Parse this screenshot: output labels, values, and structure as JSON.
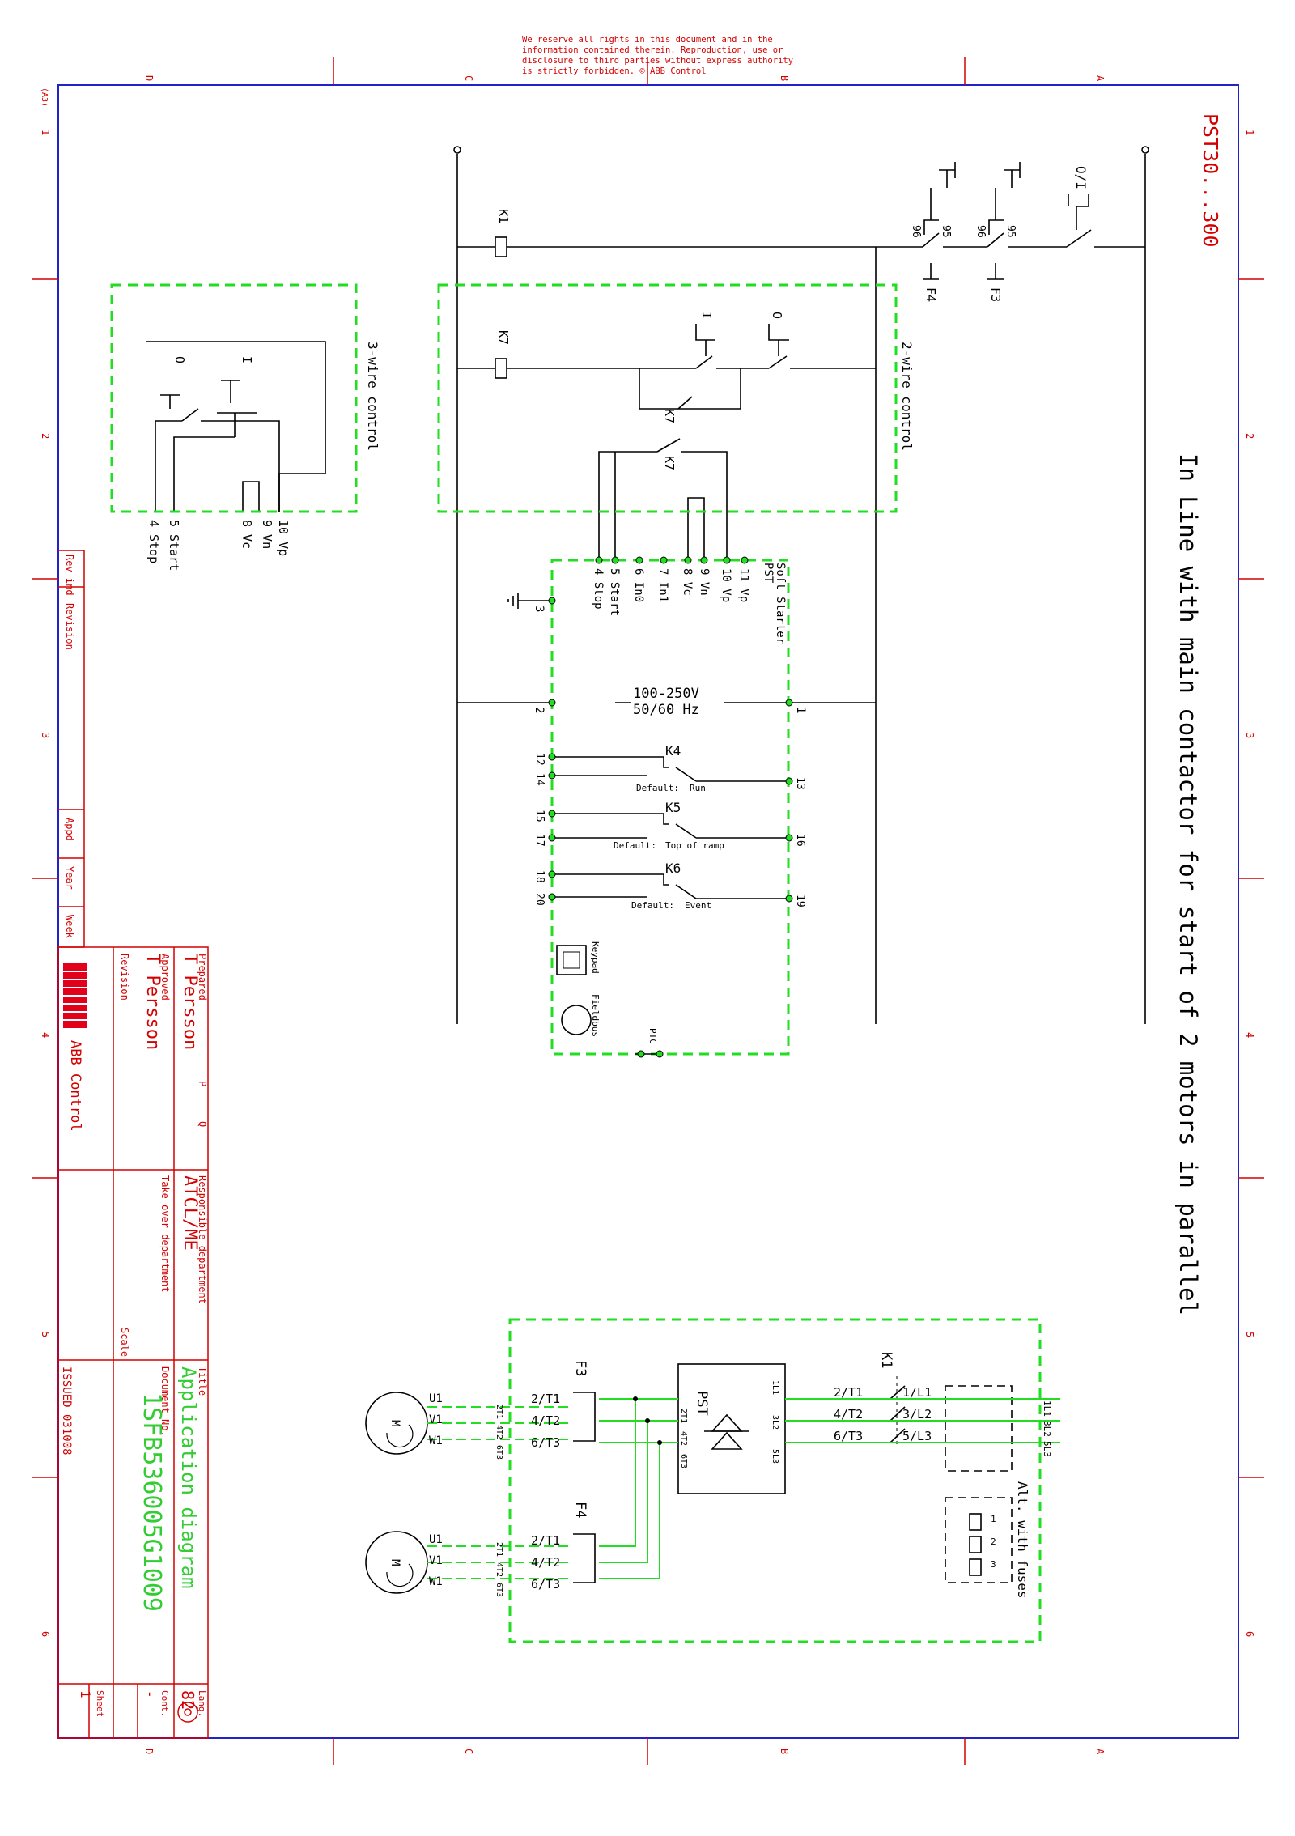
{
  "notice": {
    "line1": "We reserve all rights in this document and in the",
    "line2": "information contained therein. Reproduction, use or",
    "line3": "disclosure to third parties without express authority",
    "line4": "is strictly forbidden. © ABB Control"
  },
  "frame": {
    "col_letters": [
      "D",
      "C",
      "B",
      "A"
    ],
    "row_numbers": [
      "1",
      "2",
      "3",
      "4",
      "5",
      "6"
    ],
    "corner_mark": "(A3)"
  },
  "header": {
    "product": "PST30...300",
    "description": "In Line with main contactor for start of 2 motors in parallel"
  },
  "control": {
    "k1": "K1",
    "k7": "K7",
    "k7_contact_a": "K7",
    "k7_contact_b": "K7",
    "f4": "F4",
    "f3": "F3",
    "n95_a": "95",
    "n96_a": "96",
    "n95_b": "95",
    "n96_b": "96",
    "o_i": "O/I",
    "o_sym": "O",
    "i_sym": "I",
    "two_wire": "2-wire control",
    "three_wire": "3-wire control",
    "three_wire_terminals": [
      "10 Vp",
      "9 Vn",
      "8 Vc",
      "5 Start",
      "4 Stop"
    ]
  },
  "soft_starter": {
    "title1": "Soft Starter",
    "title2": "PST",
    "terminals": [
      "11 Vp",
      "10 Vp",
      "9 Vn",
      "8 Vc",
      "7 In1",
      "6 In0",
      "5 Start",
      "4 Stop"
    ],
    "t3": "3",
    "t1": "1",
    "t2": "2",
    "supply1": "100-250V",
    "supply2": "50/60 Hz",
    "k4": "K4",
    "k5": "K5",
    "k6": "K6",
    "k4_default": "Default:",
    "k4_value": "Run",
    "k5_default": "Default:",
    "k5_value": "Top of ramp",
    "k6_default": "Default:",
    "k6_value": "Event",
    "n12": "12",
    "n14": "14",
    "n13": "13",
    "n15": "15",
    "n17": "17",
    "n16": "16",
    "n18": "18",
    "n20": "20",
    "n19": "19",
    "keypad": "Keypad",
    "fieldbus": "Fieldbus",
    "ptc": "PTC"
  },
  "power": {
    "k1": "K1",
    "k1_terms": [
      "2/T1",
      "1/L1",
      "4/T2",
      "3/L2",
      "6/T3",
      "5/L3"
    ],
    "pst": "PST",
    "pst_in": [
      "1L1",
      "3L2",
      "5L3"
    ],
    "pst_out": [
      "2T1",
      "4T2",
      "6T3"
    ],
    "f3": "F3",
    "f4": "F4",
    "f_terms": [
      "2/T1",
      "4/T2",
      "6/T3"
    ],
    "line_in": [
      "1L1",
      "3L2",
      "5L3"
    ],
    "motor_out": [
      "2T1",
      "4T2",
      "6T3"
    ],
    "motor_phases": [
      "U1",
      "V1",
      "W1"
    ],
    "motor_m": "M",
    "alt_fuses": "Alt. with fuses",
    "fuse_labels": [
      "1",
      "2",
      "3"
    ]
  },
  "revision_block": {
    "rev_ind": "Rev ind",
    "revision": "Revision",
    "appd": "Appd",
    "year": "Year",
    "week": "Week"
  },
  "title_block": {
    "prepared_label": "Prepared",
    "prepared": "T Persson",
    "approved_label": "Approved",
    "approved": "T Persson",
    "revision_label": "Revision",
    "p_mark": "P",
    "q_mark": "Q",
    "company": "ABB Control",
    "responsible_label": "Responsible department",
    "responsible": "ATCL/ME",
    "takeover_label": "Take over department",
    "scale_label": "Scale",
    "title_label": "Title",
    "title": "Application diagram",
    "docno_label": "Document No.",
    "docno": "1SFB536005G1009",
    "issued": "ISSUED 031008",
    "lang_label": "Lang.",
    "lang": "82",
    "cont_label": "Cont.",
    "cont": "-",
    "sheet_label": "Sheet",
    "sheet": "1"
  },
  "colors": {
    "frame": "#2222cc",
    "title_red": "#d40000",
    "dash_green": "#22dd22",
    "text_green": "#33cc33",
    "lines": "#000000"
  }
}
